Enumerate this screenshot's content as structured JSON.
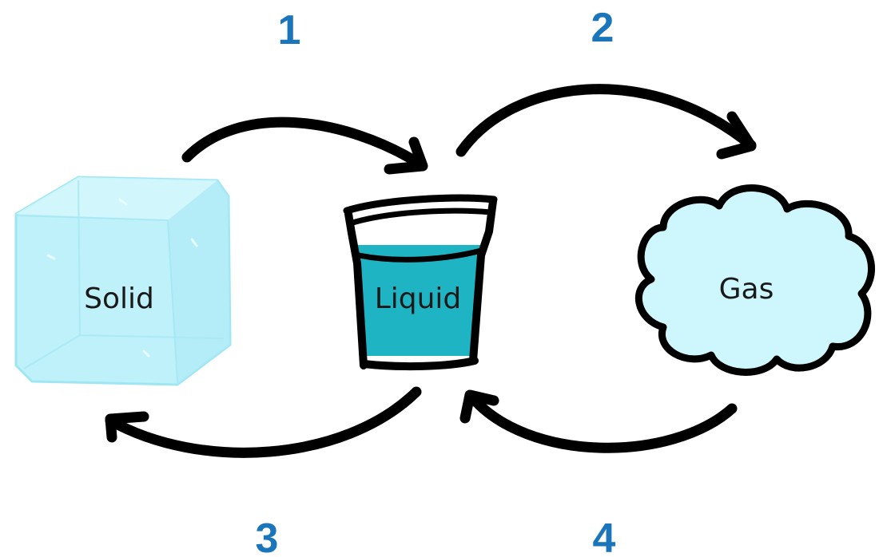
{
  "states": {
    "solid": "Solid",
    "liquid": "Liquid",
    "gas": "Gas"
  },
  "transitions": {
    "solid_to_liquid": "1",
    "liquid_to_gas": "2",
    "liquid_to_solid": "3",
    "gas_to_liquid": "4"
  },
  "colors": {
    "number": "#1b75ba",
    "ice": "#bff1fa",
    "water": "#1fb4c4",
    "cloud": "#cdf7fc",
    "outline": "#000000"
  }
}
